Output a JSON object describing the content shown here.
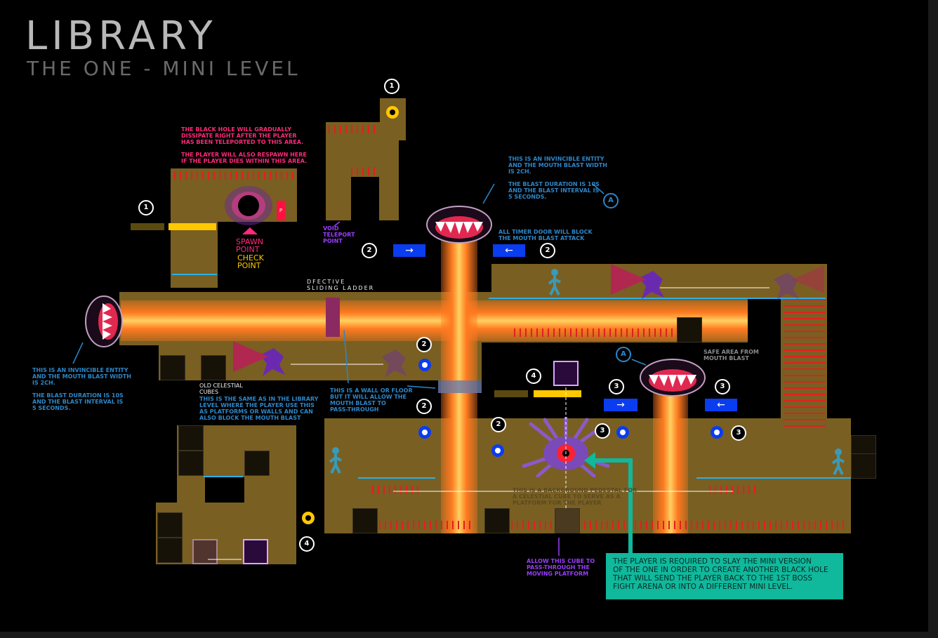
{
  "header": {
    "title": "LIBRARY",
    "subtitle": "THE ONE - MINI LEVEL"
  },
  "notes": {
    "black_hole": "THE BLACK HOLE WILL GRADUALLY\nDISSIPATE RIGHT AFTER THE PLAYER\nHAS BEEN TELEPORTED TO THIS AREA.\n\nTHE PLAYER WILL ALSO RESPAWN HERE\nIF THE PLAYER DIES WITHIN THIS AREA.",
    "invincible_top": "THIS IS AN INVINCIBLE ENTITY\nAND THE MOUTH BLAST WIDTH\nIS 2CH.\n\nTHE BLAST DURATION IS 10S\nAND THE BLAST INTERVAL IS\n5 SECONDS.",
    "invincible_left": "THIS IS AN INVINCIBLE ENTITY\nAND THE MOUTH BLAST WIDTH\nIS 2CH.\n\nTHE BLAST DURATION IS 10S\nAND THE BLAST INTERVAL IS\n5 SECONDS.",
    "timer_door": "ALL TIMER DOOR WILL BLOCK\nTHE MOUTH BLAST ATTACK",
    "void_teleport": "VOID\nTELEPORT\nPOINT",
    "spawn": "SPAWN\nPOINT",
    "check": "CHECK\nPOINT",
    "ladder": "DFECTIVE\nSLIDING LADDER",
    "celestial_title": "OLD CELESTIAL\nCUBES",
    "celestial_body": "THIS IS THE SAME AS IN THE LIBRARY\nLEVEL WHERE THE PLAYER USE THIS\nAS PLATFORMS OR WALLS AND CAN\nALSO BLOCK THE MOUTH BLAST",
    "wall_floor": "THIS IS A WALL OR FLOOR\nBUT IT WILL ALLOW THE\nMOUTH BLAST TO\nPASS-THROUGH",
    "safe_area": "SAFE AREA FROM\nMOUTH BLAST",
    "allow_cube": "ALLOW THIS CUBE TO\nPASS-THROUGH THE\nMOVING PLATFORM",
    "pedestal": "THIS IS A BACKGROUND PEDESTAL FOR\nA CELESTIAL CUBE TO SERVE AS A\nPLATFORM FOR THE PLAYER",
    "callout": [
      "THE PLAYER IS REQUIRED TO SLAY THE MINI VERSION",
      "OF THE ONE IN ORDER TO CREATE ANOTHER BLACK HOLE",
      "THAT WILL SEND THE PLAYER BACK TO THE 1ST BOSS",
      "FIGHT ARENA OR INTO A DIFFERENT MINI LEVEL."
    ]
  },
  "markers": {
    "one": "1",
    "two": "2",
    "three": "3",
    "four": "4",
    "a": "A",
    "p": "P"
  },
  "colors": {
    "room": "#7a5f22",
    "beam": "#ff7a20",
    "door_blue": "#0a3cf0",
    "door_yellow": "#ffc800",
    "callout": "#10b89c",
    "note_pink": "#ff2a78",
    "note_blue": "#2d86c8",
    "note_violet": "#9a3cff"
  },
  "icons": {
    "black_hole": "black-hole-icon",
    "mouth": "fanged-mouth-icon",
    "eye_boss": "tentacle-eye-boss-icon",
    "player": "player-figure-icon",
    "ghost": "purple-spirit-icon"
  }
}
